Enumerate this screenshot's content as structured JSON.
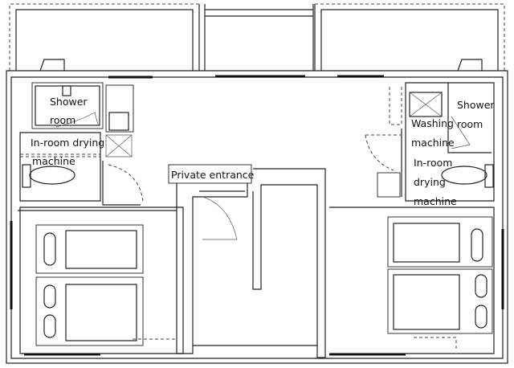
{
  "labels": {
    "left_shower_1": "Shower",
    "left_shower_2": "room",
    "left_drying_1": "In-room drying",
    "left_drying_2": "machine",
    "private_entrance": "Private entrance",
    "right_washing_1": "Washing",
    "right_washing_2": "machine",
    "right_shower_1": "Shower",
    "right_shower_2": "room",
    "right_drying_1": "In-room",
    "right_drying_2": "drying",
    "right_drying_3": "machine"
  }
}
